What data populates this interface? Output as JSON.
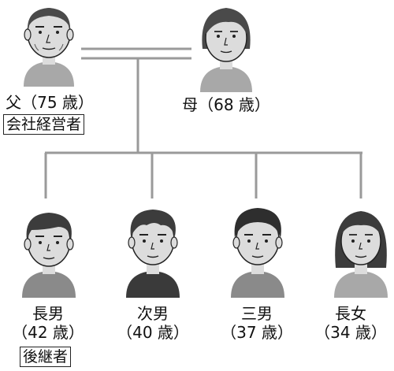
{
  "parents": {
    "father": {
      "role": "父",
      "age": "（75 歳）",
      "tag": "会社経営者"
    },
    "mother": {
      "role": "母",
      "age": "（68 歳）"
    }
  },
  "children": [
    {
      "role": "長男",
      "age": "（42 歳）",
      "tag": "後継者"
    },
    {
      "role": "次男",
      "age": "（40 歳）"
    },
    {
      "role": "三男",
      "age": "（37 歳）"
    },
    {
      "role": "長女",
      "age": "（34 歳）"
    }
  ],
  "colors": {
    "line": "#9a9a9a",
    "face": "#dcdcdc",
    "hair": "#3c3c3c",
    "shirt_light": "#a8a8a8",
    "shirt_dark": "#3a3a3a",
    "shirt_mid": "#8a8a8a"
  }
}
